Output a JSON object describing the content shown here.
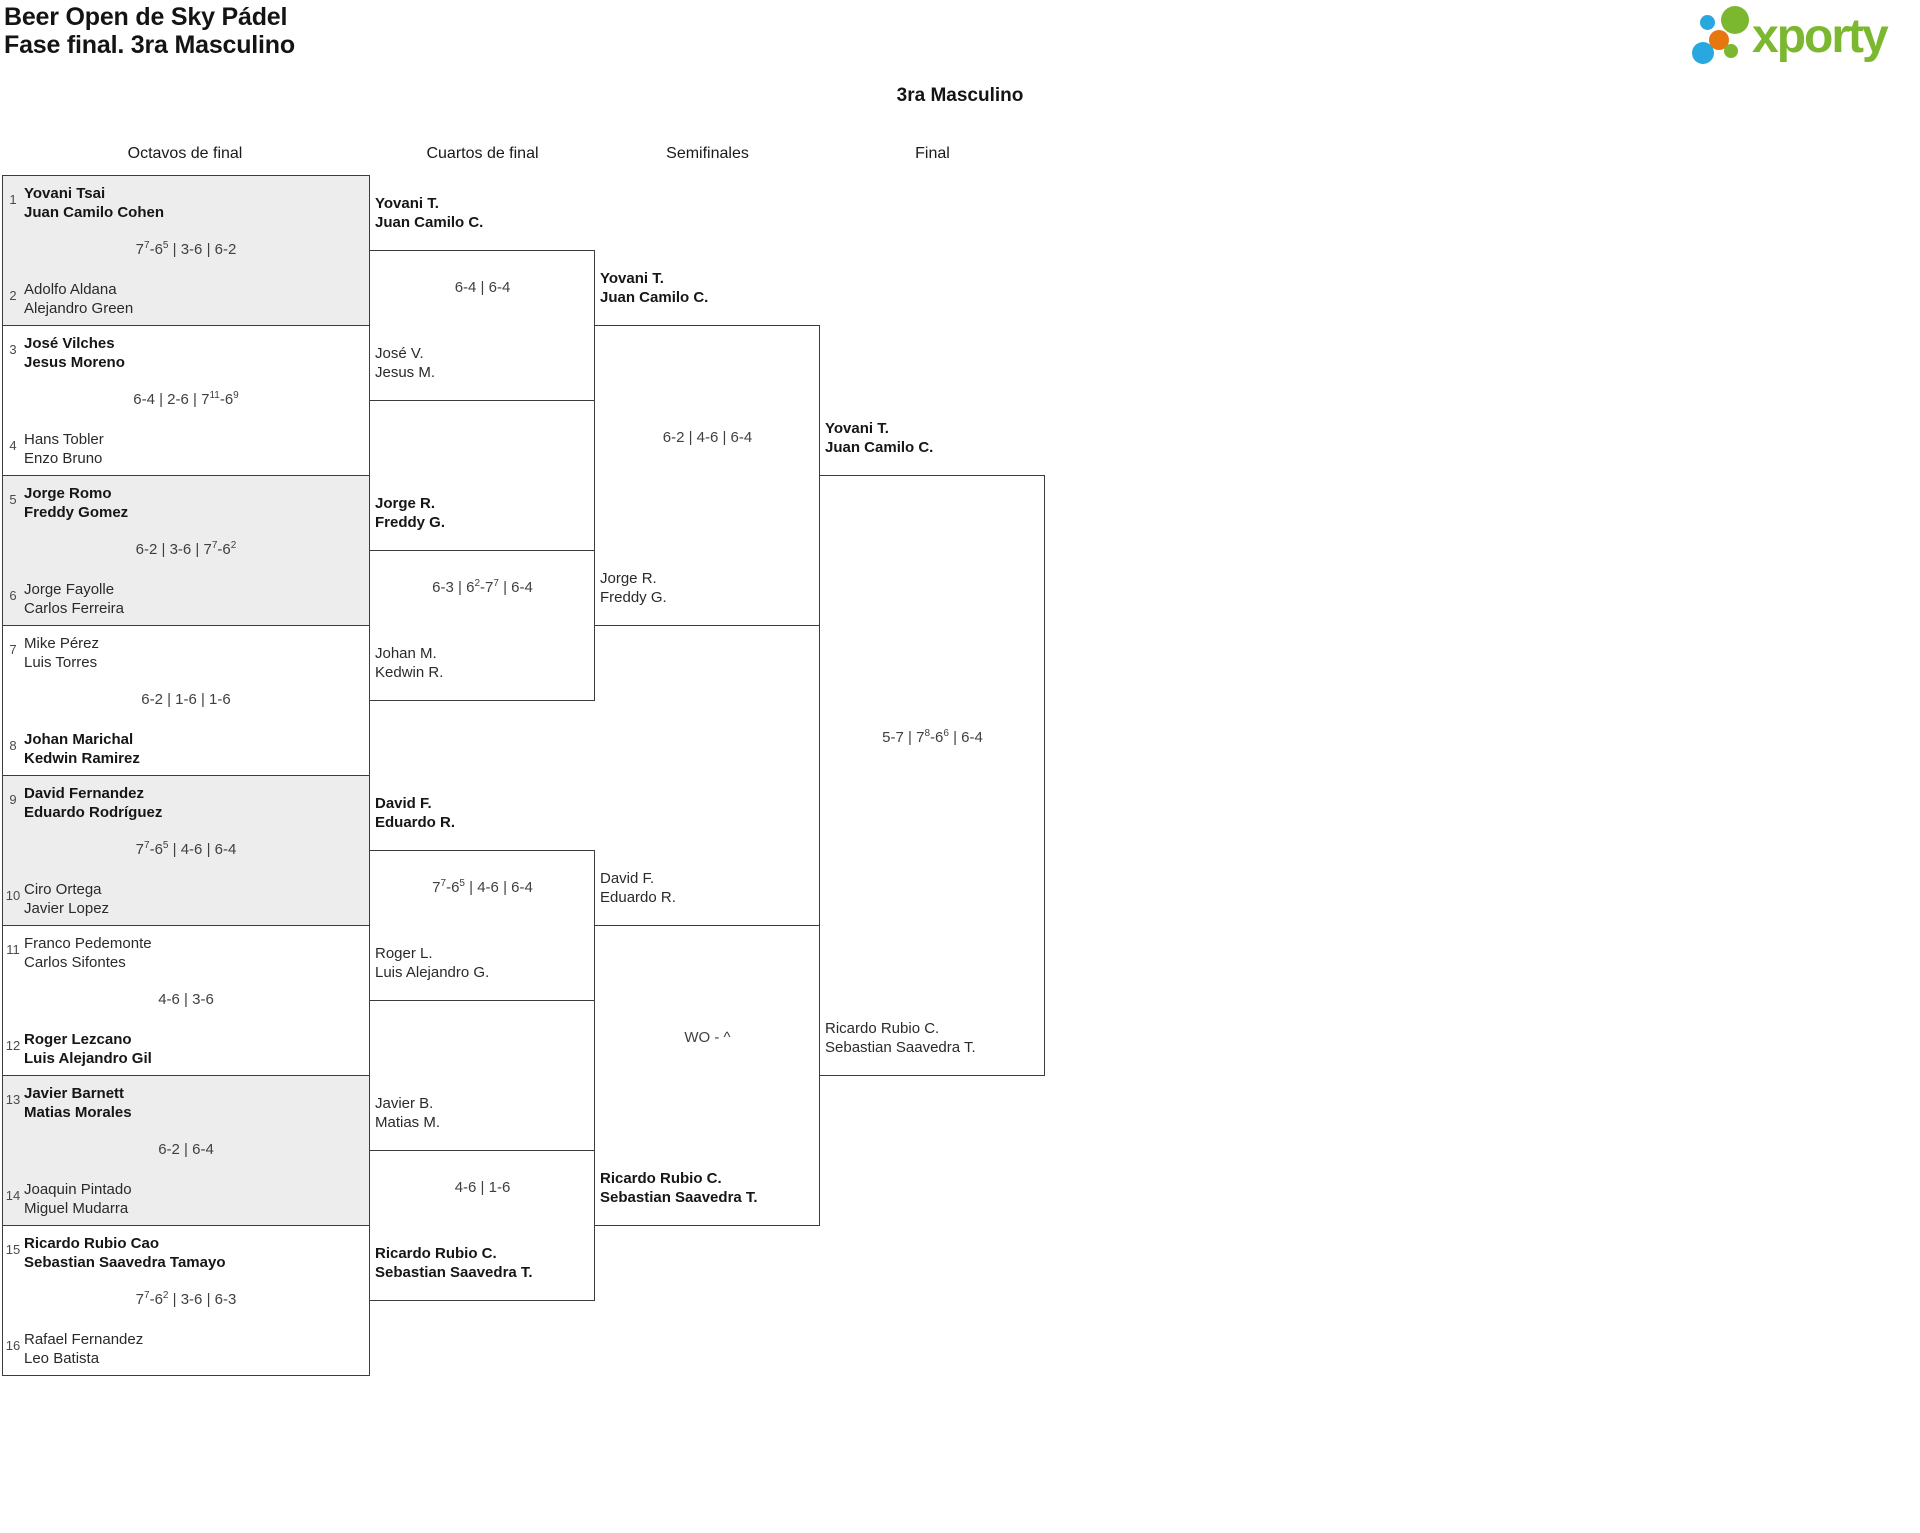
{
  "header": {
    "title_line1": "Beer Open de Sky Pádel",
    "title_line2": "Fase final. 3ra Masculino",
    "category": "3ra Masculino",
    "logo": {
      "text": "xporty"
    }
  },
  "colors": {
    "brand_green": "#7cb82f",
    "brand_blue": "#29a8e0",
    "brand_orange": "#e8760e",
    "box_border": "#3c3c3c",
    "shaded_row": "#ededed"
  },
  "round_headers": [
    "Octavos de final",
    "Cuartos de final",
    "Semifinales",
    "Final"
  ],
  "bracket": {
    "r16": [
      {
        "seed_top": "1",
        "team_top": [
          "Yovani Tsai",
          "Juan Camilo Cohen"
        ],
        "top_winner": true,
        "score": "7{7}-6{5} | 3-6 | 6-2",
        "seed_bottom": "2",
        "team_bottom": [
          "Adolfo Aldana",
          "Alejandro Green"
        ],
        "bottom_winner": false,
        "shaded": true
      },
      {
        "seed_top": "3",
        "team_top": [
          "José Vilches",
          "Jesus Moreno"
        ],
        "top_winner": true,
        "score": "6-4 | 2-6 | 7{11}-6{9}",
        "seed_bottom": "4",
        "team_bottom": [
          "Hans Tobler",
          "Enzo Bruno"
        ],
        "bottom_winner": false,
        "shaded": false
      },
      {
        "seed_top": "5",
        "team_top": [
          "Jorge Romo",
          "Freddy Gomez"
        ],
        "top_winner": true,
        "score": "6-2 | 3-6 | 7{7}-6{2}",
        "seed_bottom": "6",
        "team_bottom": [
          "Jorge Fayolle",
          "Carlos Ferreira"
        ],
        "bottom_winner": false,
        "shaded": true
      },
      {
        "seed_top": "7",
        "team_top": [
          "Mike Pérez",
          "Luis Torres"
        ],
        "top_winner": false,
        "score": "6-2 | 1-6 | 1-6",
        "seed_bottom": "8",
        "team_bottom": [
          "Johan Marichal",
          "Kedwin Ramirez"
        ],
        "bottom_winner": true,
        "shaded": false
      },
      {
        "seed_top": "9",
        "team_top": [
          "David Fernandez",
          "Eduardo Rodríguez"
        ],
        "top_winner": true,
        "score": "7{7}-6{5} | 4-6 | 6-4",
        "seed_bottom": "10",
        "team_bottom": [
          "Ciro Ortega",
          "Javier Lopez"
        ],
        "bottom_winner": false,
        "shaded": true
      },
      {
        "seed_top": "11",
        "team_top": [
          "Franco Pedemonte",
          "Carlos Sifontes"
        ],
        "top_winner": false,
        "score": "4-6 | 3-6",
        "seed_bottom": "12",
        "team_bottom": [
          "Roger Lezcano",
          "Luis Alejandro Gil"
        ],
        "bottom_winner": true,
        "shaded": false
      },
      {
        "seed_top": "13",
        "team_top": [
          "Javier Barnett",
          "Matias Morales"
        ],
        "top_winner": true,
        "score": "6-2 | 6-4",
        "seed_bottom": "14",
        "team_bottom": [
          "Joaquin Pintado",
          "Miguel Mudarra"
        ],
        "bottom_winner": false,
        "shaded": true
      },
      {
        "seed_top": "15",
        "team_top": [
          "Ricardo Rubio Cao",
          "Sebastian Saavedra Tamayo"
        ],
        "top_winner": true,
        "score": "7{7}-6{2} | 3-6 | 6-3",
        "seed_bottom": "16",
        "team_bottom": [
          "Rafael Fernandez",
          "Leo Batista"
        ],
        "bottom_winner": false,
        "shaded": false
      }
    ],
    "qf": [
      {
        "team_top": [
          "Yovani T.",
          "Juan Camilo C."
        ],
        "top_winner": true,
        "score": "6-4 | 6-4",
        "team_bottom": [
          "José V.",
          "Jesus M."
        ],
        "bottom_winner": false
      },
      {
        "team_top": [
          "Jorge R.",
          "Freddy G."
        ],
        "top_winner": true,
        "score": "6-3 | 6{2}-7{7} | 6-4",
        "team_bottom": [
          "Johan M.",
          "Kedwin R."
        ],
        "bottom_winner": false
      },
      {
        "team_top": [
          "David F.",
          "Eduardo R."
        ],
        "top_winner": true,
        "score": "7{7}-6{5} | 4-6 | 6-4",
        "team_bottom": [
          "Roger L.",
          "Luis Alejandro G."
        ],
        "bottom_winner": false
      },
      {
        "team_top": [
          "Javier B.",
          "Matias M."
        ],
        "top_winner": false,
        "score": "4-6 | 1-6",
        "team_bottom": [
          "Ricardo Rubio C.",
          "Sebastian Saavedra T."
        ],
        "bottom_winner": true
      }
    ],
    "sf": [
      {
        "team_top": [
          "Yovani T.",
          "Juan Camilo C."
        ],
        "top_winner": true,
        "score": "6-2 | 4-6 | 6-4",
        "team_bottom": [
          "Jorge R.",
          "Freddy G."
        ],
        "bottom_winner": false
      },
      {
        "team_top": [
          "David F.",
          "Eduardo R."
        ],
        "top_winner": false,
        "score": "WO - ^",
        "team_bottom": [
          "Ricardo Rubio C.",
          "Sebastian Saavedra T."
        ],
        "bottom_winner": true
      }
    ],
    "final": [
      {
        "team_top": [
          "Yovani T.",
          "Juan Camilo C."
        ],
        "top_winner": true,
        "score": "5-7 | 7{8}-6{6} | 6-4",
        "team_bottom": [
          "Ricardo Rubio C.",
          "Sebastian Saavedra T."
        ],
        "bottom_winner": false
      }
    ]
  }
}
